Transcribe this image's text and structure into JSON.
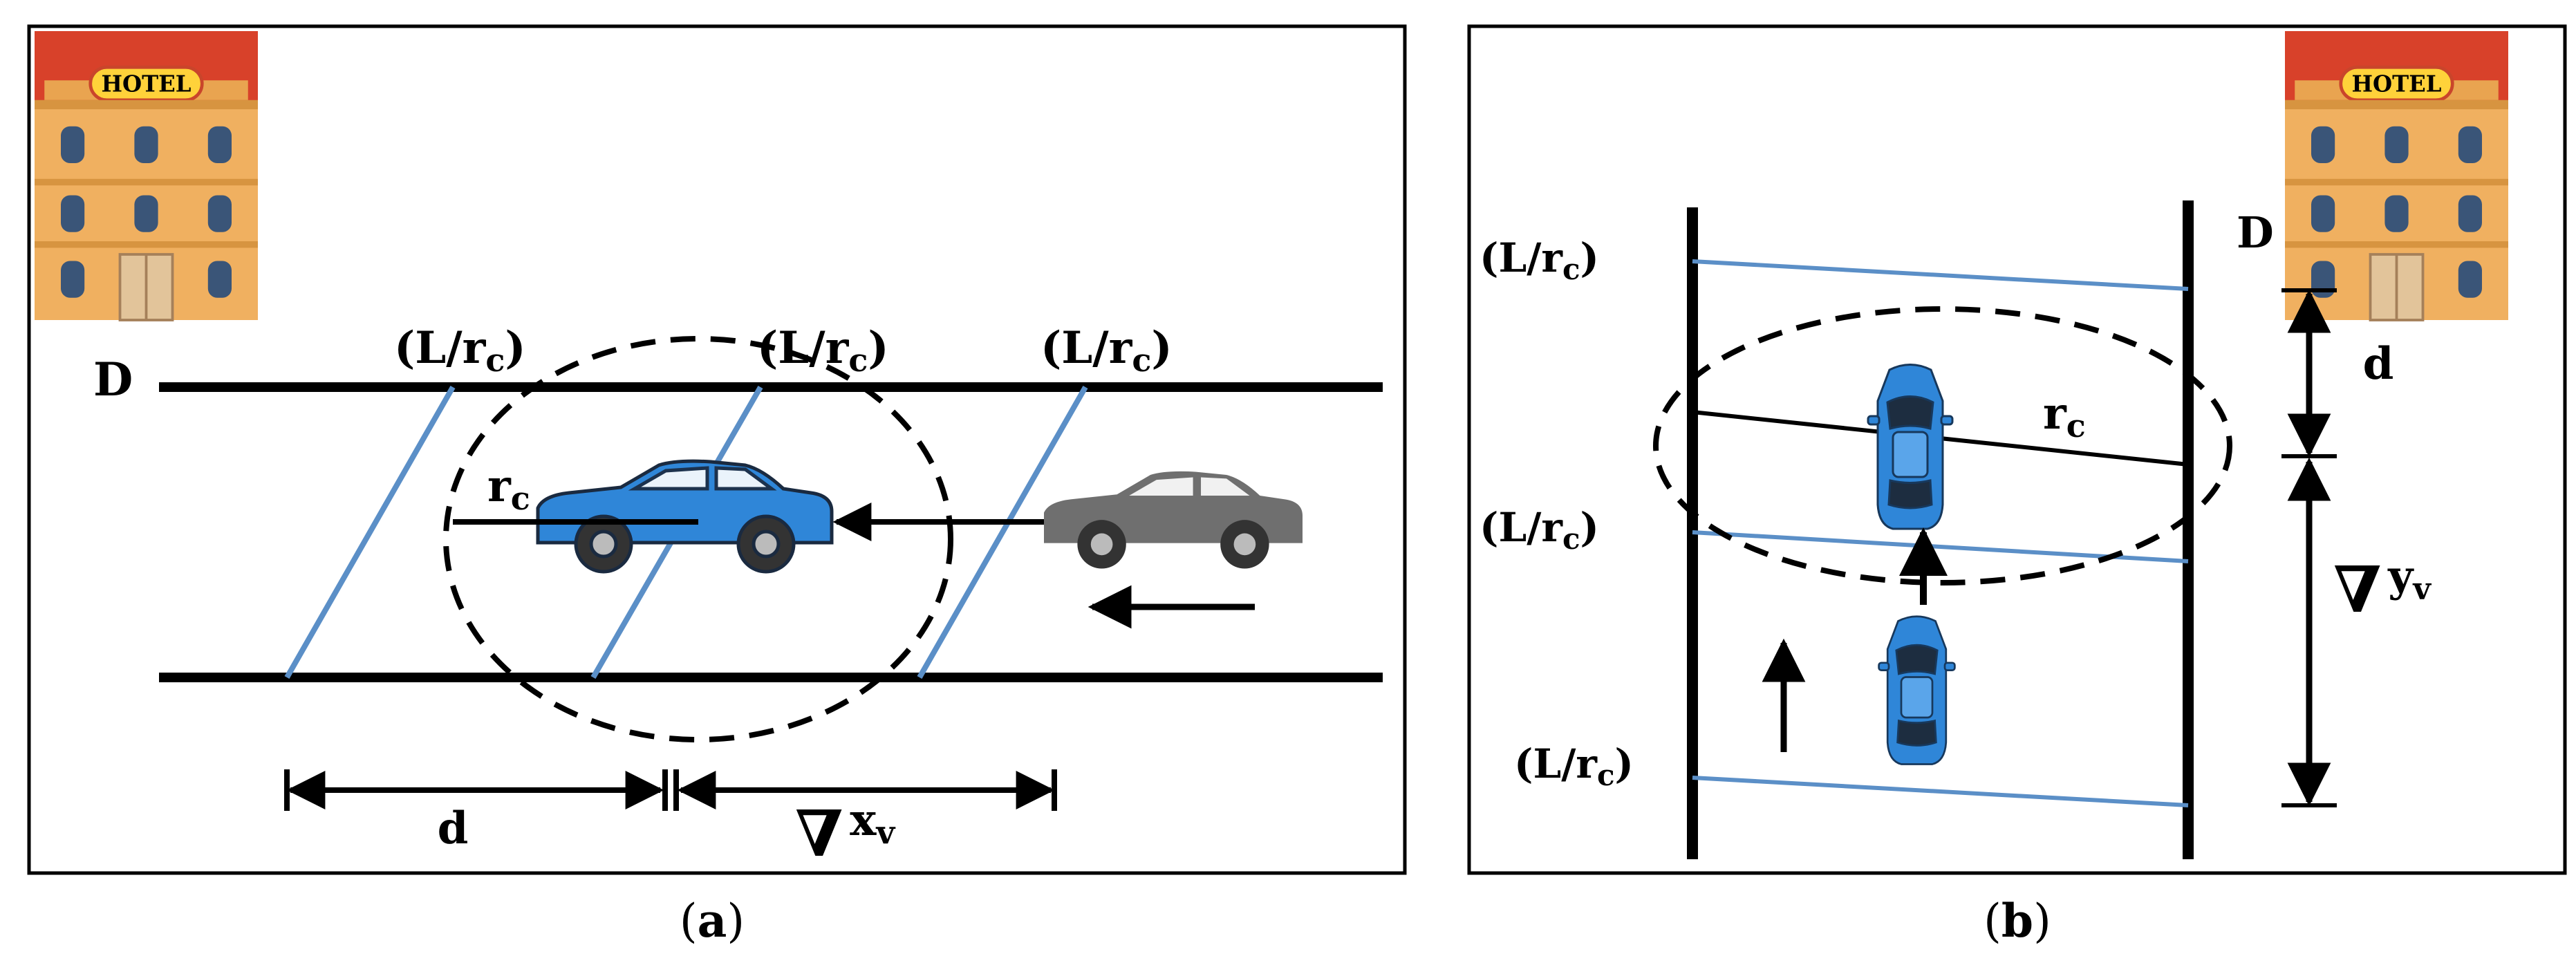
{
  "panel_a": {
    "corner_label": "D",
    "hotel_sign": "HOTEL",
    "crossing_label": "(L/r",
    "crossing_sub": "c",
    "crossing_close": ")",
    "radius_label": "r",
    "radius_sub": "c",
    "distance_label": "d",
    "delta_symbol": "∇",
    "delta_var": "x",
    "delta_sub": "v",
    "caption_open": "(",
    "caption_letter": "a",
    "caption_close": ")"
  },
  "panel_b": {
    "corner_label": "D",
    "hotel_sign": "HOTEL",
    "crossing_label": "(L/r",
    "crossing_sub": "c",
    "crossing_close": ")",
    "radius_label": "r",
    "radius_sub": "c",
    "distance_label": "d",
    "delta_symbol": "∇",
    "delta_var": "y",
    "delta_sub": "v",
    "caption_open": "(",
    "caption_letter": "b",
    "caption_close": ")"
  },
  "colors": {
    "road": "#000000",
    "crossing": "#5b8fc7",
    "car_blue": "#2f86d8",
    "car_gray": "#6f6f6f",
    "hotel_wall": "#f0b060",
    "hotel_roof": "#d8412a",
    "sign_bg": "#ffd23a"
  }
}
